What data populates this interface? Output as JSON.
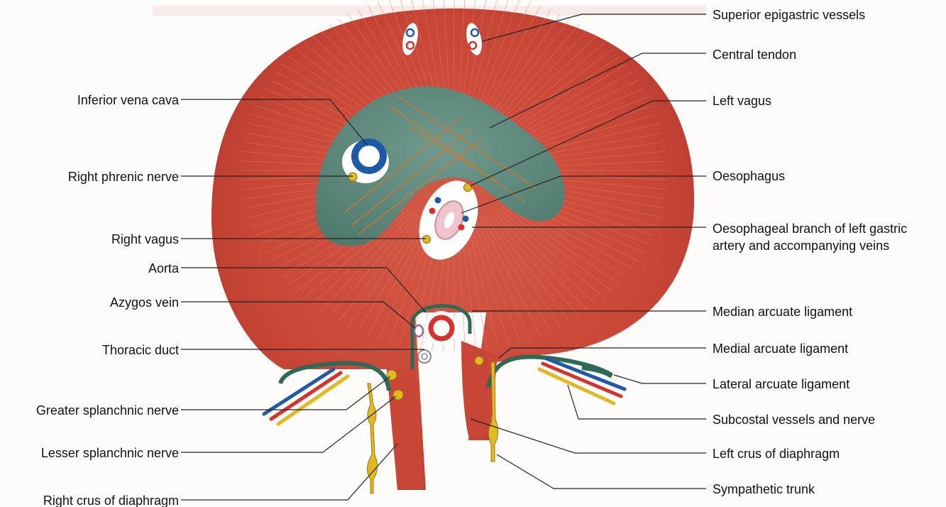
{
  "labels_right": [
    {
      "id": "superior-epigastric-vessels",
      "text": "Superior epigastric vessels"
    },
    {
      "id": "central-tendon",
      "text": "Central tendon"
    },
    {
      "id": "left-vagus",
      "text": "Left vagus"
    },
    {
      "id": "oesophagus",
      "text": "Oesophagus"
    },
    {
      "id": "oesophageal-branch",
      "text": "Oesophageal branch of left gastric",
      "text2": "artery and accompanying veins"
    },
    {
      "id": "median-arcuate-ligament",
      "text": "Median arcuate ligament"
    },
    {
      "id": "medial-arcuate-ligament",
      "text": "Medial arcuate ligament"
    },
    {
      "id": "lateral-arcuate-ligament",
      "text": "Lateral arcuate ligament"
    },
    {
      "id": "subcostal-vessels-and-nerve",
      "text": "Subcostal vessels and nerve"
    },
    {
      "id": "left-crus-of-diaphragm",
      "text": "Left crus of diaphragm"
    },
    {
      "id": "sympathetic-trunk",
      "text": "Sympathetic trunk"
    }
  ],
  "labels_left": [
    {
      "id": "inferior-vena-cava",
      "text": "Inferior vena cava"
    },
    {
      "id": "right-phrenic-nerve",
      "text": "Right phrenic nerve"
    },
    {
      "id": "right-vagus",
      "text": "Right vagus"
    },
    {
      "id": "aorta",
      "text": "Aorta"
    },
    {
      "id": "azygos-vein",
      "text": "Azygos vein"
    },
    {
      "id": "thoracic-duct",
      "text": "Thoracic duct"
    },
    {
      "id": "greater-splanchnic-nerve",
      "text": "Greater splanchnic nerve"
    },
    {
      "id": "lesser-splanchnic-nerve",
      "text": "Lesser splanchnic nerve"
    },
    {
      "id": "right-crus-of-diaphragm",
      "text": "Right crus of diaphragm"
    }
  ],
  "colors": {
    "muscle": "#c94a3b",
    "muscle_dark": "#a7352a",
    "tendon": "#5f8a7e",
    "aorta": "#d8322c",
    "ivc": "#1e5aa8",
    "nerve": "#e3b825",
    "ligament": "#2f6a57",
    "oesophagus": "#f0c4cc",
    "leader": "#222222"
  }
}
